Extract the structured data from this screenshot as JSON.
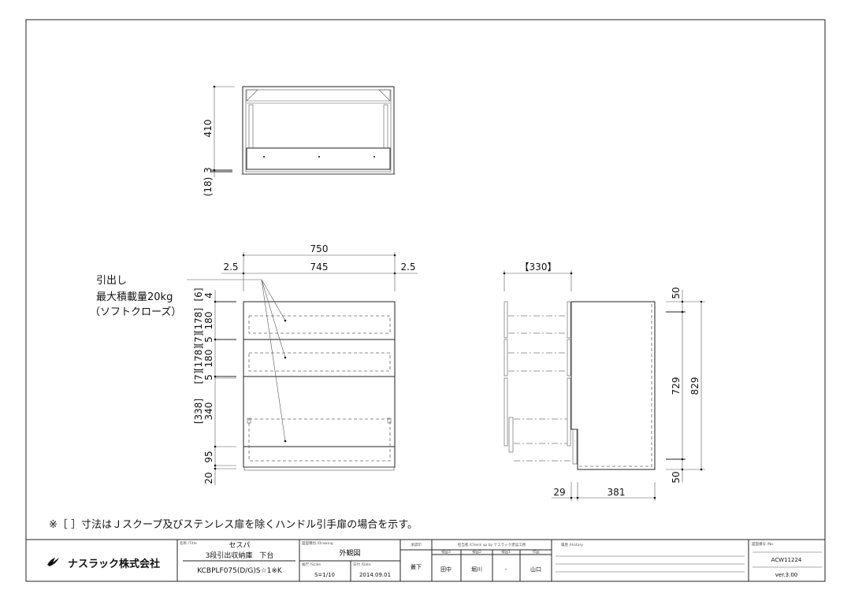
{
  "drawing": {
    "top_view": {
      "dims": {
        "height": "410",
        "gap": "3",
        "offset": "(18)"
      }
    },
    "front_view": {
      "width_total": "750",
      "width_inner": "745",
      "side_left": "2.5",
      "side_right": "2.5",
      "annotation": [
        "引出し",
        "最大積載量20kg",
        "（ソフトクローズ）"
      ],
      "vertical_dims": [
        {
          "bracket": "[6]",
          "value": "4"
        },
        {
          "bracket": "[178]",
          "value": "180"
        },
        {
          "bracket": "[7]",
          "value": "5"
        },
        {
          "bracket": "[178]",
          "value": "180"
        },
        {
          "bracket": "[7]",
          "value": "5"
        },
        {
          "bracket": "[338]",
          "value": "340"
        },
        {
          "bracket": "",
          "value": "95"
        },
        {
          "bracket": "",
          "value": "20"
        }
      ]
    },
    "side_view": {
      "pull_out": "【330】",
      "top_gap": "50",
      "bottom_gap": "50",
      "inner_height": "729",
      "total_height": "829",
      "front_offset": "29",
      "depth": "381"
    },
    "footnote": "※［ ］寸法はＪスクープ及びステンレス扉を除くハンドル引手扉の場合を示す。"
  },
  "title_block": {
    "company": "ナスラック株式会社",
    "name_label": "名称 /Title",
    "name_line1": "セスパ",
    "name_line2": "3段引出収納庫　下台",
    "model": "KCBPLF075(D/G)S☆1※K",
    "drawing_type_label": "図面種別 /Drawing",
    "drawing_type": "外観図",
    "scale_label": "縮尺 /Scale",
    "scale": "S=1/10",
    "date_label": "日付 /Date",
    "date": "2014.09.01",
    "approval_label": "承認印",
    "approval": "叢下",
    "checkers_label": "担当者 /Check up by ナスラック建設工務",
    "checkers": [
      {
        "role": "検図3",
        "name": "田中"
      },
      {
        "role": "検図2",
        "name": "堀川"
      },
      {
        "role": "検図1",
        "name": "-"
      },
      {
        "role": "作図",
        "name": "山口"
      }
    ],
    "history_label": "履歴 /History",
    "number_label": "図面番号 /No.",
    "number": "ACW11224",
    "version": "ver.3.00"
  }
}
